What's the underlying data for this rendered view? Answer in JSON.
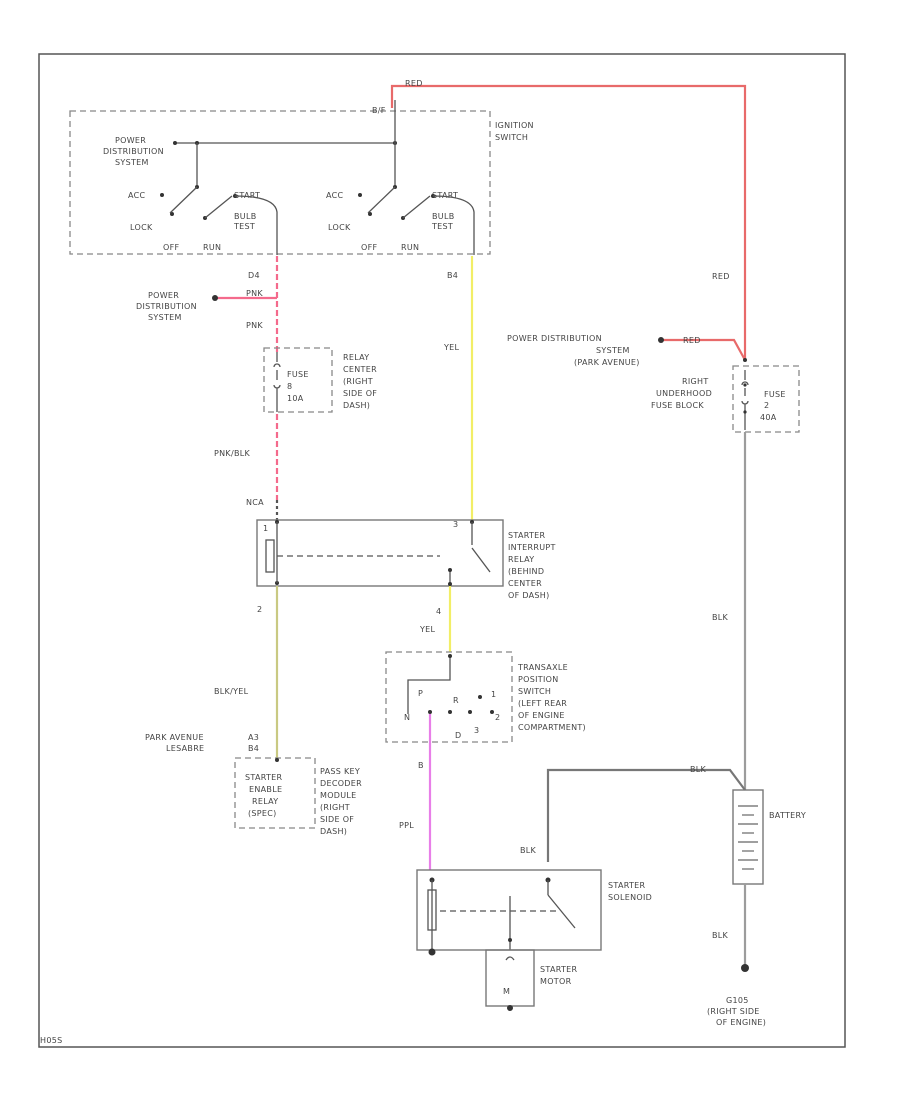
{
  "ignition_switch": {
    "terminal_top": "B/F",
    "label": [
      "IGNITION",
      "SWITCH"
    ],
    "left_section": {
      "power_label": [
        "POWER",
        "DISTRIBUTION",
        "SYSTEM"
      ],
      "acc": "ACC",
      "lock": "LOCK",
      "start": "START",
      "bulb_test": [
        "BULB",
        "TEST"
      ],
      "off": "OFF",
      "run": "RUN"
    },
    "right_section": {
      "acc": "ACC",
      "lock": "LOCK",
      "start": "START",
      "bulb_test": [
        "BULB",
        "TEST"
      ],
      "off": "OFF",
      "run": "RUN"
    },
    "bottom_left_terminal": "D4",
    "bottom_right_terminal": "B4"
  },
  "wires": {
    "red_top": "RED",
    "red_right": "RED",
    "red_pds": "RED",
    "pnk_a": "PNK",
    "pnk_b": "PNK",
    "pnk_blk": "PNK/BLK",
    "yel_top": "YEL",
    "yel_mid": "YEL",
    "blk_yel": "BLK/YEL",
    "ppl": "PPL",
    "blk_right": "BLK",
    "blk_batt": "BLK",
    "blk_starter": "BLK",
    "blk_ground": "BLK",
    "nca": "NCA"
  },
  "pds_left": [
    "POWER",
    "DISTRIBUTION",
    "SYSTEM"
  ],
  "fuse_left": {
    "label": [
      "FUSE",
      "8",
      "10A"
    ],
    "location": [
      "RELAY",
      "CENTER",
      "(RIGHT",
      "SIDE OF",
      "DASH)"
    ]
  },
  "pds_right": [
    "POWER DISTRIBUTION",
    "SYSTEM",
    "(PARK AVENUE)"
  ],
  "fuse_right": {
    "label": [
      "FUSE",
      "2",
      "40A"
    ],
    "location": [
      "RIGHT",
      "UNDERHOOD",
      "FUSE BLOCK"
    ]
  },
  "starter_interrupt_relay": {
    "pin1": "1",
    "pin2": "2",
    "pin3": "3",
    "pin4": "4",
    "label": [
      "STARTER",
      "INTERRUPT",
      "RELAY",
      "(BEHIND",
      "CENTER",
      "OF DASH)"
    ]
  },
  "transaxle_switch": {
    "label": [
      "TRANSAXLE",
      "POSITION",
      "SWITCH",
      "(LEFT REAR",
      "OF ENGINE",
      "COMPARTMENT)"
    ],
    "pos_p": "P",
    "pos_n": "N",
    "pos_r": "R",
    "pos_d": "D",
    "pos_3": "3",
    "pos_2": "2",
    "pos_1": "1",
    "pin_out": "B"
  },
  "pass_key": {
    "variant": [
      "PARK AVENUE",
      "LESABRE"
    ],
    "pins": [
      "A3",
      "B4"
    ],
    "relay_label": [
      "STARTER",
      "ENABLE",
      "RELAY",
      "(SPEC)"
    ],
    "module_label": [
      "PASS KEY",
      "DECODER",
      "MODULE",
      "(RIGHT",
      "SIDE OF",
      "DASH)"
    ]
  },
  "battery": {
    "label": "BATTERY"
  },
  "starter_solenoid": {
    "label": [
      "STARTER",
      "SOLENOID"
    ]
  },
  "starter_motor": {
    "label": [
      "STARTER",
      "MOTOR"
    ],
    "symbol": "M"
  },
  "ground": {
    "label": [
      "G105",
      "(RIGHT SIDE",
      "OF ENGINE)"
    ]
  },
  "figure_id": "H05S",
  "pin_labels": {
    "relay_left": "2",
    "tps_out": "B"
  },
  "colors": {
    "red": "#e86a6a",
    "pink": "#f46a8c",
    "yellow": "#f2ee66",
    "blk_yel": "#c9c982",
    "ppl": "#e87ee8",
    "blk": "#9c9c9c"
  }
}
